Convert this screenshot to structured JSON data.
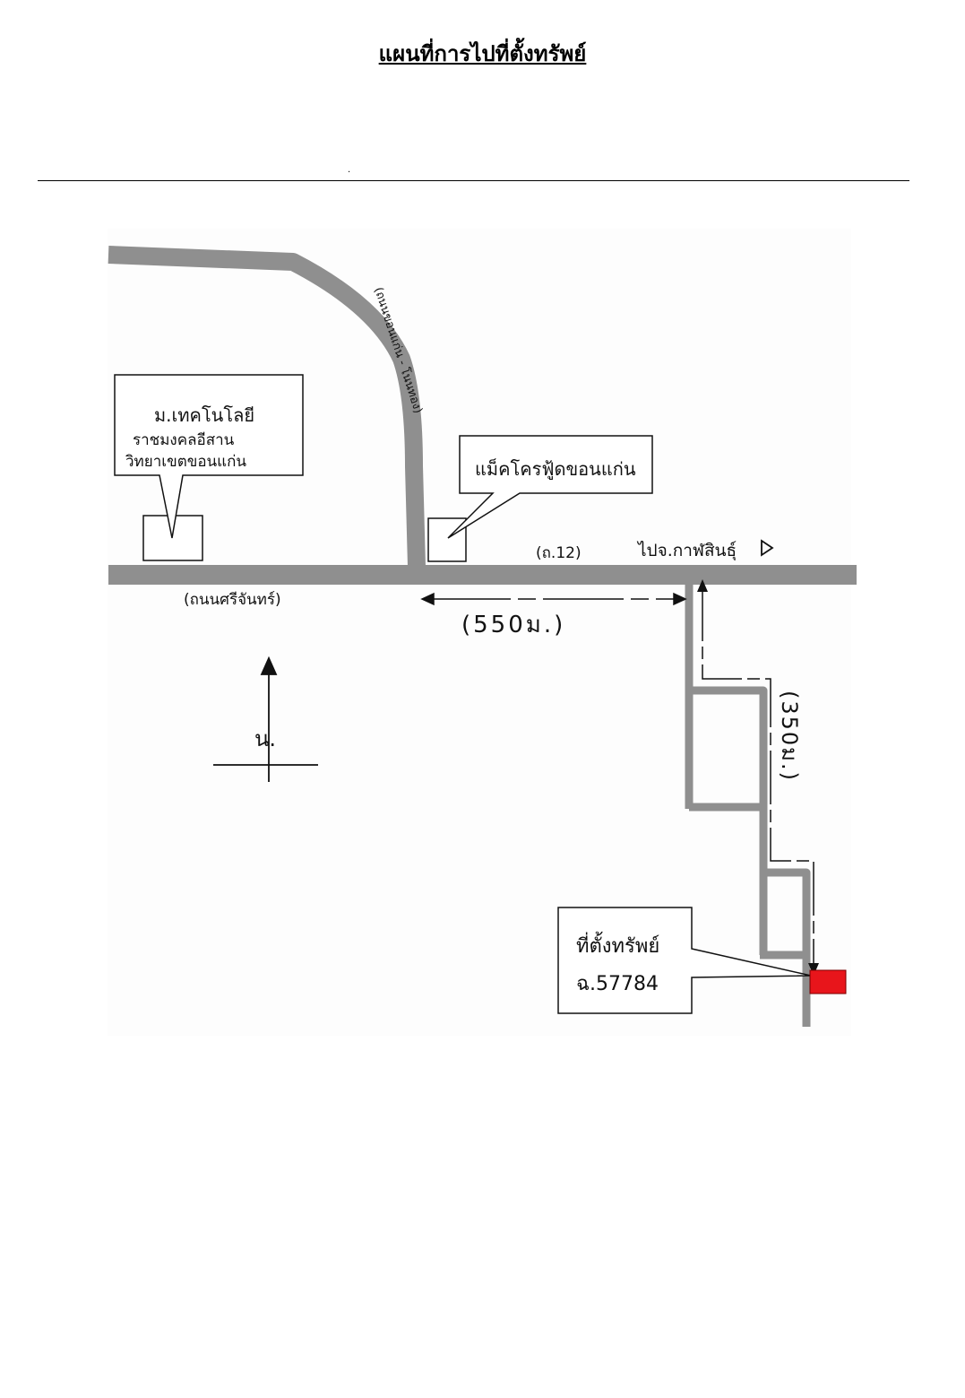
{
  "document": {
    "title": "แผนที่การไปที่ตั้งทรัพย์",
    "rule_mark": "."
  },
  "map": {
    "labels": {
      "university_line1": "ม.เทคโนโลยี",
      "university_line2": "ราชมงคลอีสาน",
      "university_line3": "วิทยาเขตขอนแก่น",
      "makro": "แม็คโครฟู้ดขอนแก่น",
      "vertical_road": "(ถนนขอนแก่น - โนนทอง)",
      "highway": "(ถ.12)",
      "to_kalasin": "ไปจ.กาฬสินธุ์",
      "srichan_road": "(ถนนศรีจันทร์)",
      "distance_east": "(550ม.)",
      "distance_south": "(350ม.)",
      "north": "น.",
      "property_line1": "ที่ตั้งทรัพย์",
      "property_line2": "ฉ.57784"
    },
    "colors": {
      "road": "#8f8f8f",
      "property_marker": "#e8151b",
      "ink": "#111111"
    },
    "icons": {
      "north_arrow": "north-arrow-icon",
      "direction_triangle": "triangle-right-icon"
    }
  }
}
